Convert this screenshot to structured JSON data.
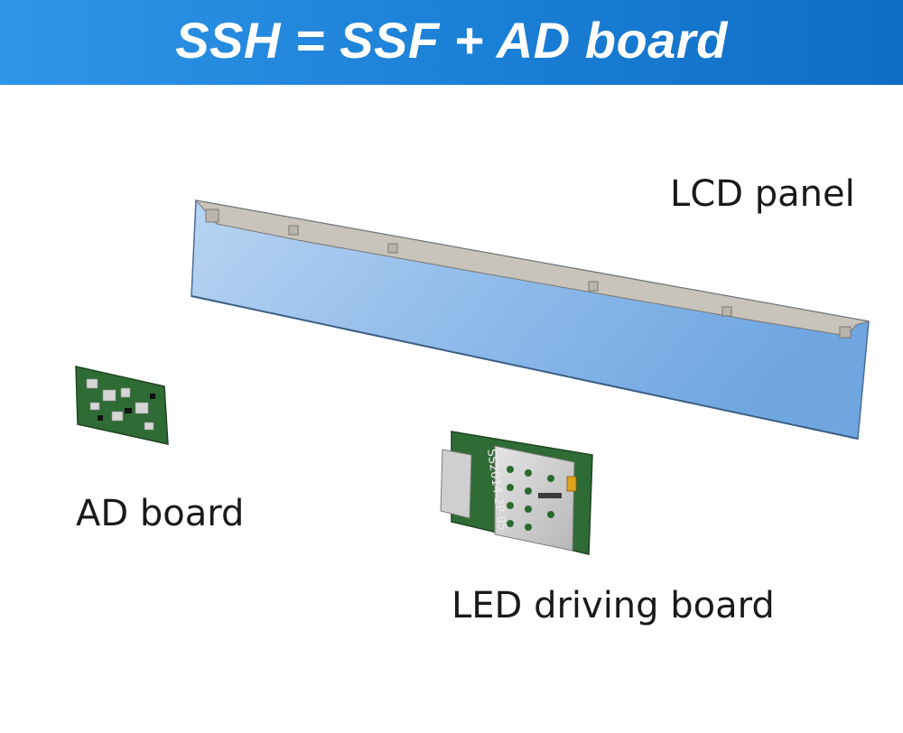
{
  "header": {
    "title": "SSH = SSF + AD board",
    "background_colors": [
      "#2f95e6",
      "#0f6cc4"
    ],
    "text_color": "#ffffff"
  },
  "components": [
    {
      "id": "lcd_panel",
      "label": "LCD panel",
      "color": "#8fbbea"
    },
    {
      "id": "ad_board",
      "label": "AD board",
      "color": "#2f6b35"
    },
    {
      "id": "led_driving_board",
      "label": "LED driving board",
      "color": "#2f6b35"
    }
  ],
  "board_marking": "SS2014-2P-05"
}
